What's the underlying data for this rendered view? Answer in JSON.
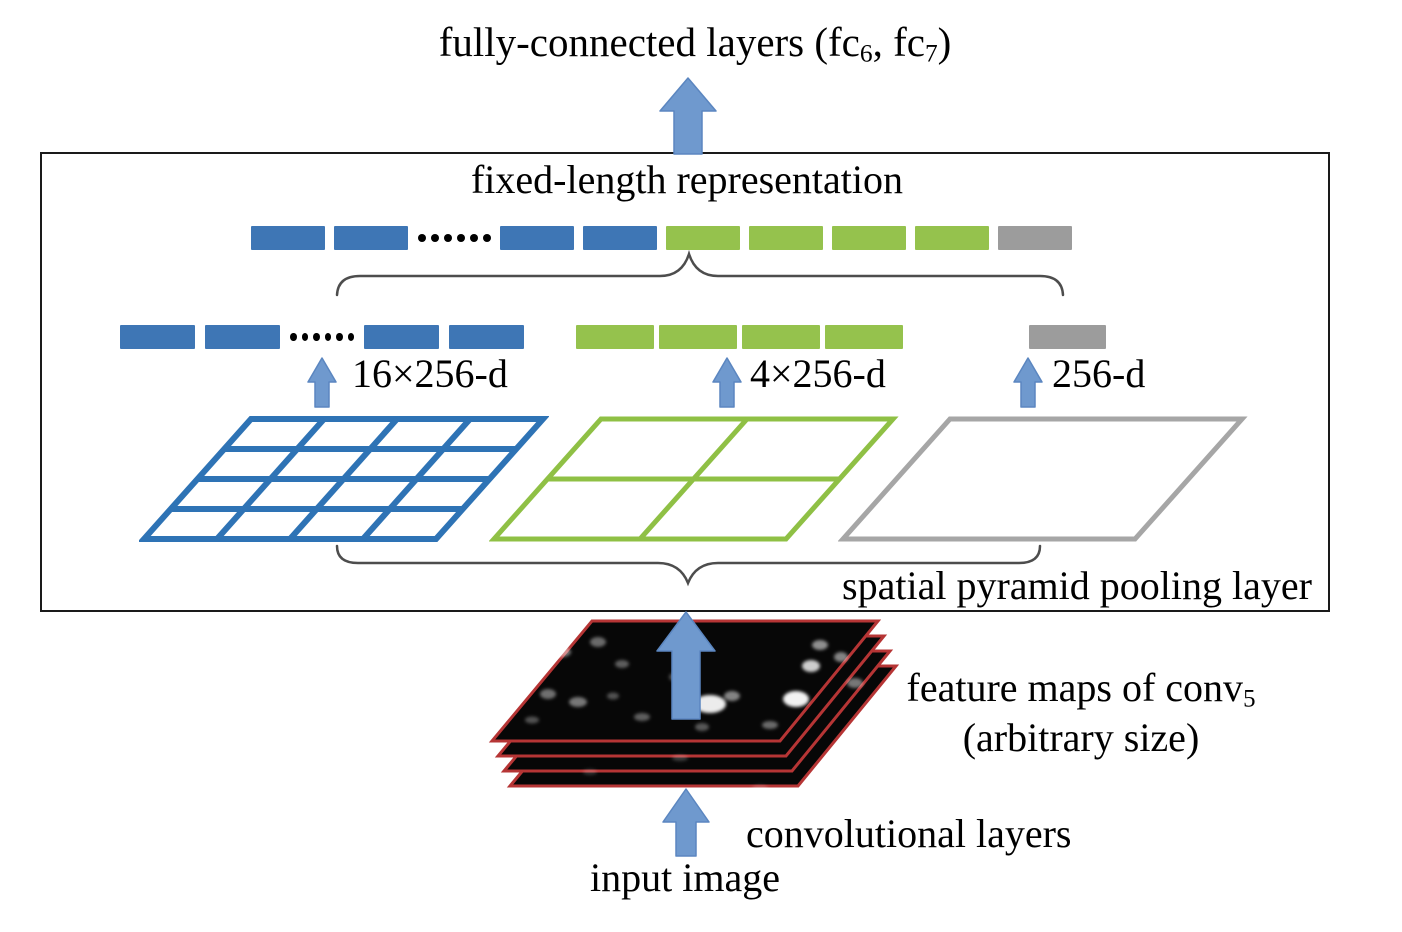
{
  "figure": {
    "type": "neural-network-architecture-diagram",
    "subject": "spatial pyramid pooling network (SPP-net)"
  },
  "labels": {
    "fc": {
      "pre": "fully-connected layers (fc",
      "sub1": "6",
      "mid": ", fc",
      "sub2": "7",
      "post": ")"
    },
    "fixed_length": "fixed-length representation",
    "spp_layer": "spatial pyramid pooling layer",
    "feature_maps": {
      "pre": "feature maps of conv",
      "sub": "5"
    },
    "arbitrary": "(arbitrary size)",
    "conv_layers": "convolutional layers",
    "input_image": "input image"
  },
  "pyramid": {
    "levels": [
      {
        "name": "level-4x4",
        "rows": 4,
        "cols": 4,
        "bins": 16,
        "dim_label": "16×256-d",
        "color": "#2e73b5",
        "stroke": 6
      },
      {
        "name": "level-2x2",
        "rows": 2,
        "cols": 2,
        "bins": 4,
        "dim_label": "4×256-d",
        "color": "#8fc045",
        "stroke": 5
      },
      {
        "name": "level-1x1",
        "rows": 1,
        "cols": 1,
        "bins": 1,
        "dim_label": "256-d",
        "color": "#a6a6a6",
        "stroke": 5
      }
    ]
  },
  "vectors": {
    "top_row": [
      "blue",
      "blue",
      "dots",
      "blue",
      "blue",
      "green",
      "green",
      "green",
      "green",
      "gray"
    ],
    "mid_blue_group": [
      "blue",
      "blue",
      "dots",
      "blue",
      "blue"
    ],
    "mid_green_group": [
      "green",
      "green",
      "green",
      "green"
    ],
    "mid_gray_group": [
      "gray"
    ]
  },
  "colors": {
    "blue": "#3e76b5",
    "green": "#95c24d",
    "gray": "#9c9c9c",
    "arrow_fill": "#6f99ce",
    "arrow_stroke": "#5b86c0",
    "red_border": "#b63535",
    "brace": "#4d4d4d",
    "box_border": "#1a1a1a"
  }
}
